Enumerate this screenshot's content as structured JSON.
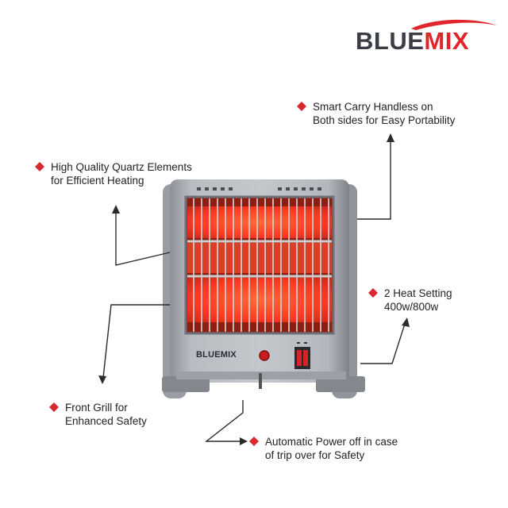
{
  "brand": {
    "logo_part1": "BLUE",
    "logo_part2": "MIX",
    "colors": {
      "dark": "#3a3d46",
      "red": "#e0262b"
    }
  },
  "product": {
    "front_label": "BLUEMIX",
    "body_color": "#a9adb3",
    "element_glow": "#ff4a2a"
  },
  "features": [
    {
      "line1": "Smart Carry Handless on",
      "line2": "Both sides for Easy Portability"
    },
    {
      "line1": "High Quality Quartz Elements",
      "line2": "for Efficient Heating"
    },
    {
      "line1": "2 Heat Setting",
      "line2": "400w/800w"
    },
    {
      "line1": "Front Grill for",
      "line2": "Enhanced Safety"
    },
    {
      "line1": "Automatic Power off in case",
      "line2": "of trip over for Safety"
    }
  ],
  "icons": {
    "bullet": "red-diamond-icon",
    "arrow": "arrowhead-icon"
  }
}
